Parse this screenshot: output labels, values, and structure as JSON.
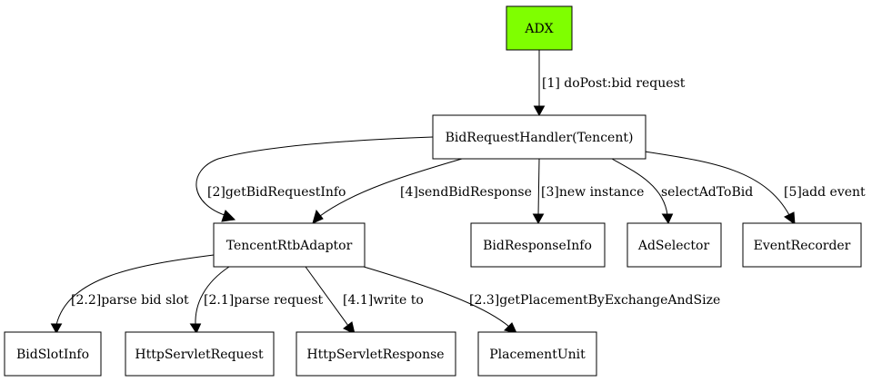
{
  "diagram": {
    "nodes": {
      "adx": {
        "label": "ADX",
        "fill": "#7fff00"
      },
      "bid_request_handler": {
        "label": "BidRequestHandler(Tencent)",
        "fill": "#ffffff"
      },
      "tencent_rtb_adaptor": {
        "label": "TencentRtbAdaptor",
        "fill": "#ffffff"
      },
      "bid_response_info": {
        "label": "BidResponseInfo",
        "fill": "#ffffff"
      },
      "ad_selector": {
        "label": "AdSelector",
        "fill": "#ffffff"
      },
      "event_recorder": {
        "label": "EventRecorder",
        "fill": "#ffffff"
      },
      "bid_slot_info": {
        "label": "BidSlotInfo",
        "fill": "#ffffff"
      },
      "http_servlet_request": {
        "label": "HttpServletRequest",
        "fill": "#ffffff"
      },
      "http_servlet_response": {
        "label": "HttpServletResponse",
        "fill": "#ffffff"
      },
      "placement_unit": {
        "label": "PlacementUnit",
        "fill": "#ffffff"
      }
    },
    "edges": {
      "do_post": {
        "label": "[1] doPost:bid request"
      },
      "get_bid_request_info": {
        "label": "[2]getBidRequestInfo"
      },
      "send_bid_response": {
        "label": "[4]sendBidResponse"
      },
      "new_instance": {
        "label": "[3]new instance"
      },
      "select_ad_to_bid": {
        "label": "selectAdToBid"
      },
      "add_event": {
        "label": "[5]add event"
      },
      "parse_bid_slot": {
        "label": "[2.2]parse bid slot"
      },
      "parse_request": {
        "label": "[2.1]parse request"
      },
      "write_to": {
        "label": "[4.1]write to"
      },
      "get_placement": {
        "label": "[2.3]getPlacementByExchangeAndSize"
      }
    }
  }
}
